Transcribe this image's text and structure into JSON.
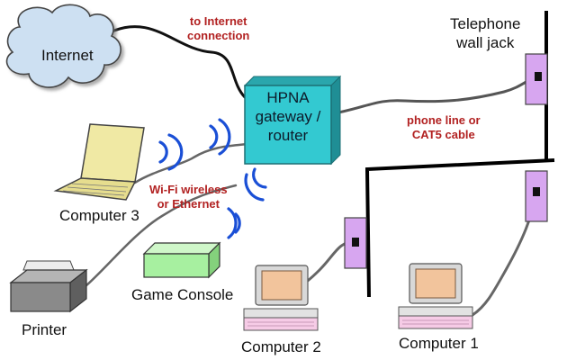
{
  "labels": {
    "internet": "Internet",
    "to_internet": "to Internet\nconnection",
    "router": "HPNA\ngateway /\nrouter",
    "telephone_jack": "Telephone\nwall jack",
    "phone_line": "phone line or\nCAT5 cable",
    "wifi": "Wi-Fi wireless\nor Ethernet",
    "computer3": "Computer 3",
    "game_console": "Game Console",
    "printer": "Printer",
    "computer2": "Computer 2",
    "computer1": "Computer 1"
  },
  "colors": {
    "cloud": "#cde0f2",
    "router": "#33c9d1",
    "wall_jack": "#d7a6f0",
    "game_console": "#a7f0a0",
    "laptop": "#f0e9a4",
    "computer_screen": "#f2c49c",
    "keyboard": "#f6cbe6",
    "printer": "#8a8a8a",
    "wifi_waves": "#1a4fd6",
    "annotation_text": "#b22222",
    "wall": "#000000",
    "cable": "#555555"
  },
  "icons": [
    "cloud-icon",
    "router-icon",
    "wall-jack-icon",
    "laptop-icon",
    "game-console-icon",
    "printer-icon",
    "desktop-computer-icon",
    "wifi-waves-icon"
  ]
}
